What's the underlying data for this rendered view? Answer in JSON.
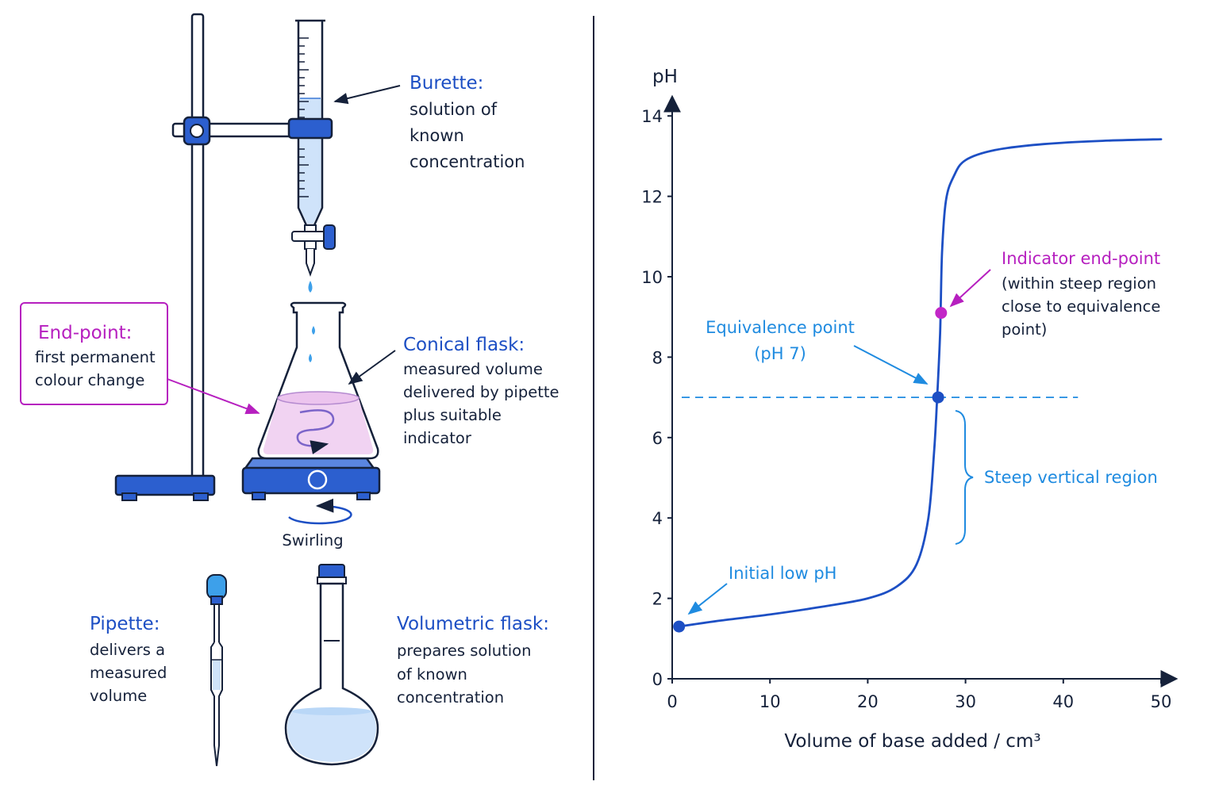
{
  "apparatus": {
    "burette": {
      "title": "Burette:",
      "lines": [
        "solution of",
        "known",
        "concentration"
      ]
    },
    "conical_flask": {
      "title": "Conical flask:",
      "lines": [
        "measured volume",
        "delivered by pipette",
        "plus suitable",
        "indicator"
      ]
    },
    "end_point": {
      "title": "End-point:",
      "lines": [
        "first permanent",
        "colour change"
      ]
    },
    "swirling": "Swirling",
    "pipette": {
      "title": "Pipette:",
      "lines": [
        "delivers a",
        "measured",
        "volume"
      ]
    },
    "volumetric_flask": {
      "title": "Volumetric flask:",
      "lines": [
        "prepares solution",
        "of known",
        "concentration"
      ]
    }
  },
  "colors": {
    "navy": "#15213a",
    "blue": "#1d4fc4",
    "light_blue": "#1f8be0",
    "magenta": "#b61fbf",
    "solution": "#cfe3fa",
    "pink_solution": "#f1d3f2"
  },
  "chart_data": {
    "type": "line",
    "title": "",
    "xlabel": "Volume of base added / cm³",
    "ylabel": "pH",
    "xlim": [
      0,
      51
    ],
    "ylim": [
      0,
      14
    ],
    "xticks": [
      0,
      10,
      20,
      30,
      40,
      50
    ],
    "yticks": [
      0,
      2,
      4,
      6,
      8,
      10,
      12,
      14
    ],
    "grid": false,
    "series": [
      {
        "x": [
          0.7,
          5,
          10,
          15,
          20,
          23,
          25,
          26.2,
          26.8,
          27.1,
          27.4,
          27.6,
          28,
          28.8,
          30,
          33,
          38,
          44,
          50
        ],
        "y": [
          1.3,
          1.45,
          1.6,
          1.78,
          2.0,
          2.3,
          2.85,
          4.0,
          5.7,
          7.0,
          8.6,
          10.6,
          11.9,
          12.5,
          12.9,
          13.15,
          13.3,
          13.38,
          13.42
        ]
      }
    ],
    "reference_line": {
      "y": 7,
      "x_range": [
        0,
        41.5
      ],
      "style": "dashed"
    },
    "points": [
      {
        "key": "initial",
        "x": 0.7,
        "y": 1.3,
        "label": "Initial low pH"
      },
      {
        "key": "equivalence",
        "x": 27.2,
        "y": 7.0,
        "label": "Equivalence point",
        "sublabel": "(pH 7)"
      },
      {
        "key": "indicator",
        "x": 27.5,
        "y": 9.1,
        "label": "Indicator end-point",
        "sublabel": [
          "(within steep region",
          "close to equivalence",
          "point)"
        ]
      }
    ],
    "region": {
      "label": "Steep vertical region",
      "y_range": [
        3.4,
        6.7
      ]
    }
  }
}
